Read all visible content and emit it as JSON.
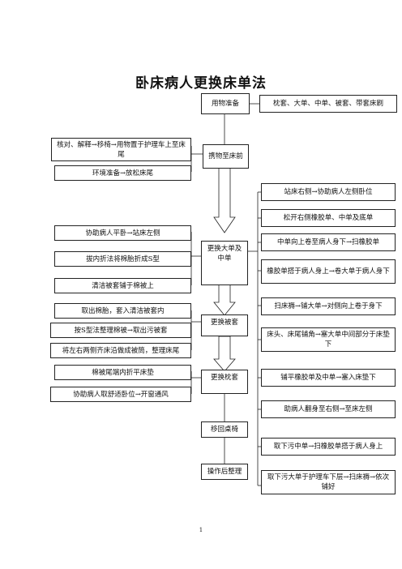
{
  "title": "卧床病人更换床单法",
  "main_steps": [
    "用物准备",
    "携物至床前",
    "更换大单及中单",
    "更换被套",
    "更换枕套",
    "移回桌椅",
    "操作后整理"
  ],
  "left_items": [
    "核对、解释→移椅→用物置于护理车上至床尾",
    "环境准备→放松床尾",
    "协助病人平卧→站床左侧",
    "拔内折法将棉胎折成S型",
    "清洁被套铺于棉被上",
    "取出棉胎，套入清洁被套内",
    "按S型法整理棉被→取出污被套",
    "将左右两侧齐床沿做成被筒，整理床尾",
    "棉被尾端内折平床垫",
    "协助病人取舒适卧位→开窗通风"
  ],
  "right_items": [
    "枕套、大单、中单、被套、带套床刷",
    "站床右侧→协助病人左侧卧位",
    "松开右侧橡胶单、中单及底单",
    "中单向上卷至病人身下→扫橡胶单",
    "橡胶单搭于病人身上→卷大单于病人身下",
    "扫床褥→铺大单→对侧向上卷于身下",
    "床头、床尾铺角→塞大单中间部分于床垫下",
    "铺平橡胶单及中单→塞入床垫下",
    "助病人翻身至右侧→至床左侧",
    "取下污中单→扫橡胶单搭于病人身上",
    "取下污大单于护理车下层→扫床褥→依次铺好"
  ],
  "page_number": "1"
}
